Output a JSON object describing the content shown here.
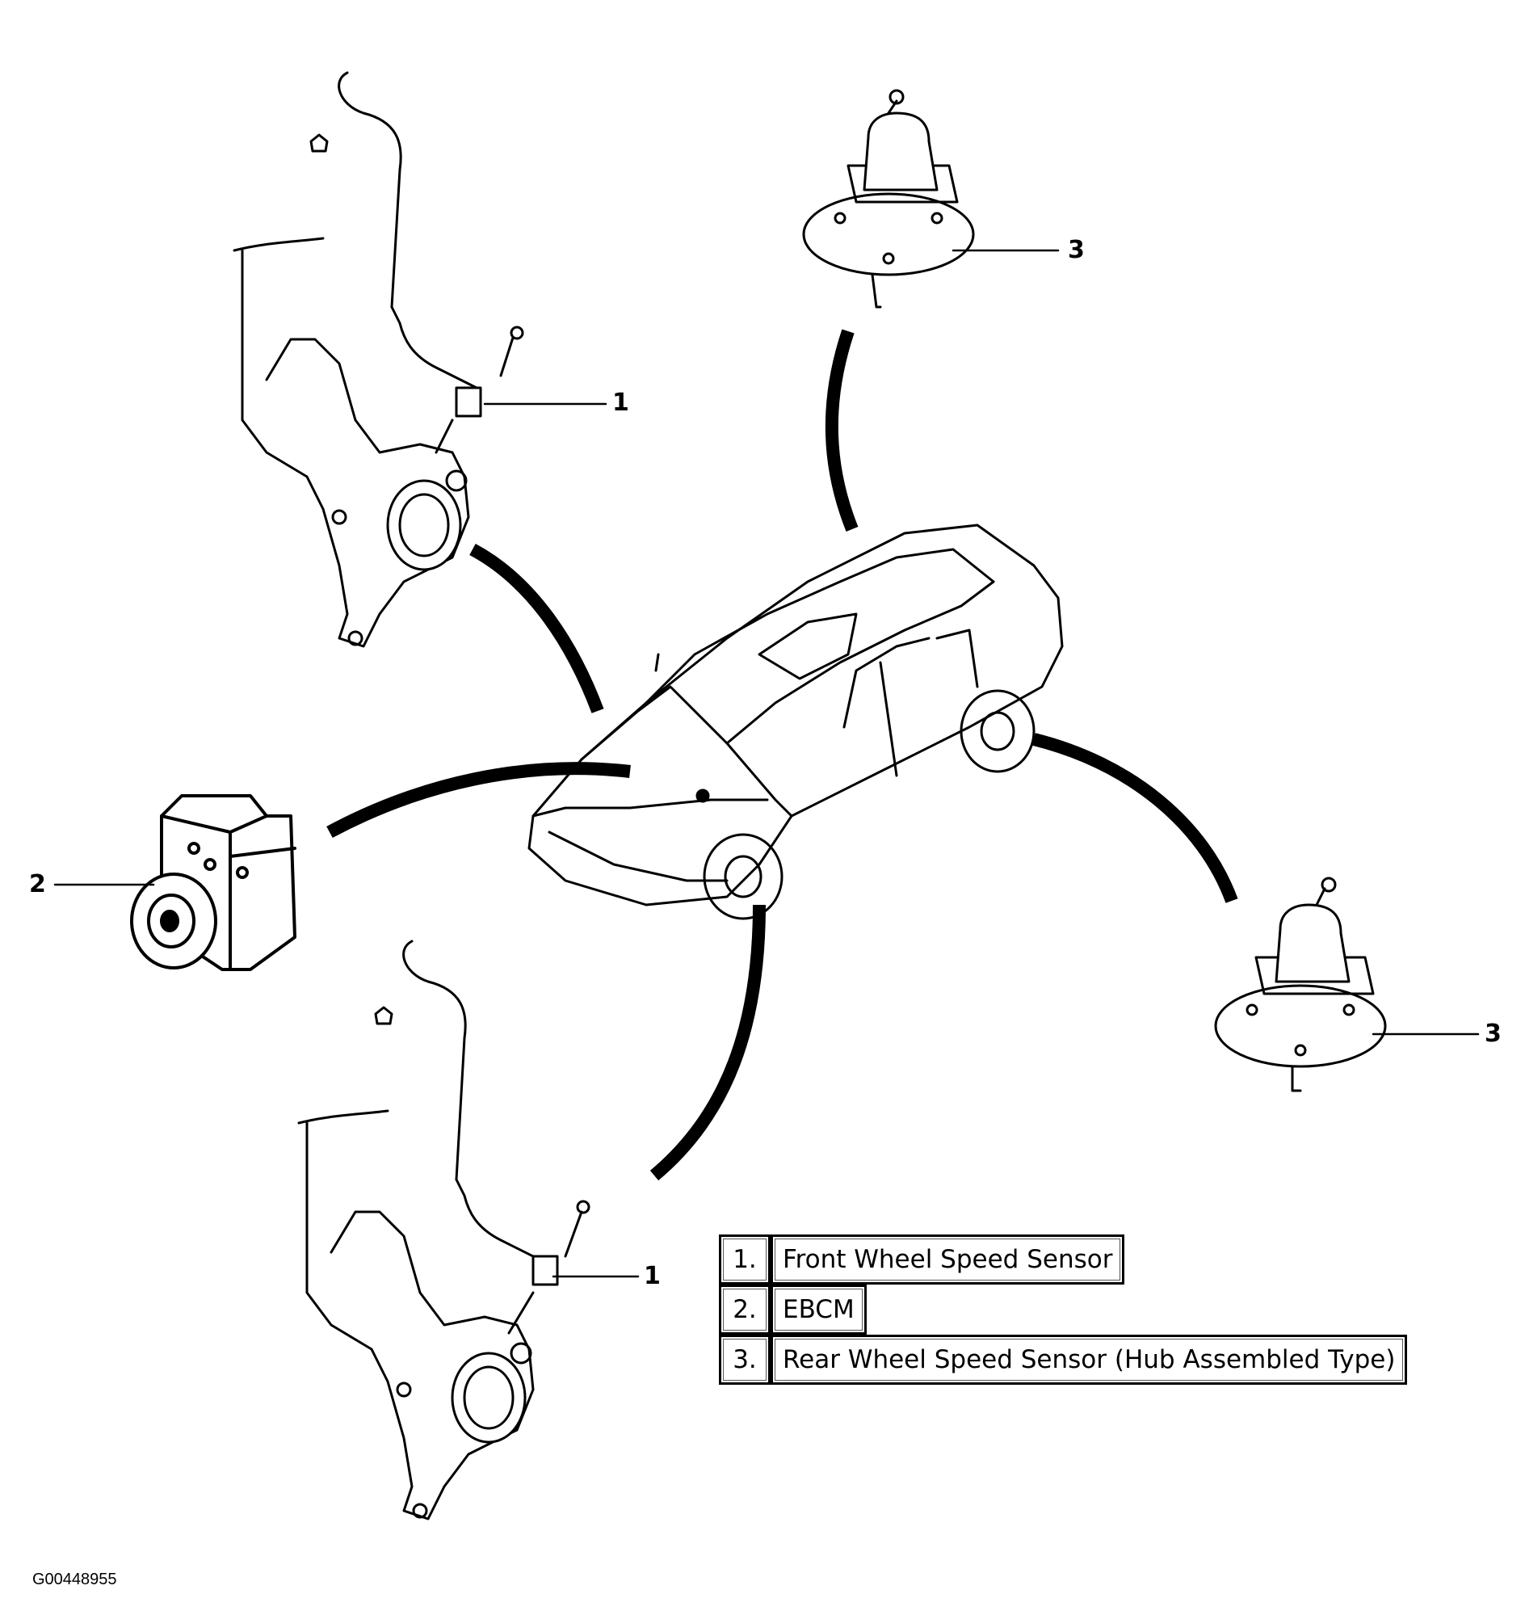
{
  "callouts": [
    {
      "number": "1",
      "ref": "front-left-knuckle"
    },
    {
      "number": "1",
      "ref": "front-right-knuckle"
    },
    {
      "number": "2",
      "ref": "ebcm-unit"
    },
    {
      "number": "3",
      "ref": "rear-hub-upper"
    },
    {
      "number": "3",
      "ref": "rear-hub-lower"
    }
  ],
  "legend": [
    {
      "num": "1.",
      "label": "Front Wheel Speed Sensor"
    },
    {
      "num": "2.",
      "label": "EBCM"
    },
    {
      "num": "3.",
      "label": "Rear Wheel Speed Sensor (Hub Assembled Type)"
    }
  ],
  "figure_id": "G00448955",
  "colors": {
    "line": "#000000",
    "background": "#ffffff"
  }
}
